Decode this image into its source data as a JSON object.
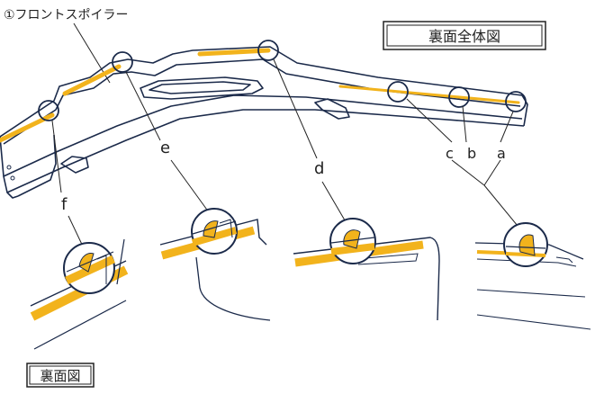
{
  "part_label": "①フロントスポイラー",
  "overall_view_label": "裏面全体図",
  "back_view_label": "裏面図",
  "callouts": [
    "a",
    "b",
    "c",
    "d",
    "e",
    "f"
  ],
  "colors": {
    "tape": "#f2b31c",
    "line": "#1b2a4a",
    "frame": "#222222",
    "background": "#ffffff"
  }
}
